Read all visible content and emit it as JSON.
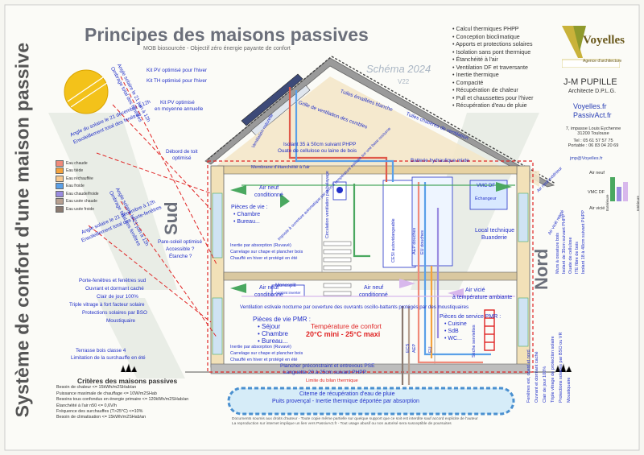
{
  "title": "Principes des maisons passives",
  "subtitle": "MOB biosourcée - Objectif zéro énergie payante de confort",
  "schema_label": "Schéma 2024",
  "version": "V22",
  "vertical_title": "Système de confort d'une maison passive",
  "features": [
    "Calcul thermiques PHPP",
    "Conception bioclimatique",
    "Apports et protections solaires",
    "Isolation sans pont thermique",
    "Étanchéité à l'air",
    "Ventilation DF et traversante",
    "Inertie thermique",
    "Compacité",
    "Récupération de chaleur",
    "Pull et chaussettes pour l'hiver",
    "Récupération d'eau de pluie"
  ],
  "logo": {
    "name": "Voyelles",
    "tagline": "Agence d'architecture"
  },
  "architect": {
    "name": "J-M PUPILLE",
    "title": "Architecte D.P.L.G.",
    "website1": "Voyelles.fr",
    "website2": "PassivAct.fr",
    "address1": "7, impasse Louis Eychenne",
    "address2": "31200 Toulouse",
    "tel": "Tel : 05 61 57 57 75",
    "mobile": "Portable : 06 83 04 20 69",
    "email": "jmp@Voyelles.fr"
  },
  "legend": [
    {
      "label": "Eau chaude",
      "color": "#f08a7a"
    },
    {
      "label": "Eau tiède",
      "color": "#f4a23c"
    },
    {
      "label": "Eau réchauffée",
      "color": "#f6c890"
    },
    {
      "label": "Eau froide",
      "color": "#5aa0e8"
    },
    {
      "label": "Eau chaude/froide",
      "color": "#9a8ce0"
    },
    {
      "label": "Eau usée chaude",
      "color": "#b8a090"
    },
    {
      "label": "Eau usée froide",
      "color": "#8a7a70"
    }
  ],
  "air_legend": {
    "air_neuf": "Air neuf",
    "vmc": "VMC DF",
    "air_vicie": "Air vicié",
    "exterieure": "Extérieure",
    "interieure": "Intérieure"
  },
  "orientation": {
    "south": "Sud",
    "north": "Nord"
  },
  "labels": {
    "kit_pv_hiver": "Kit PV optimisé pour l'hiver",
    "kit_th_hiver": "Kit TH optimisé pour l'hiver",
    "kit_pv_annuel_1": "Kit PV optimisé",
    "kit_pv_annuel_2": "en moyenne annuelle",
    "debord_toit_1": "Débord de toit",
    "debord_toit_2": "optimisé",
    "tuiles_blanche": "Tuiles émaillées blanche",
    "tuiles_chatieres": "Tuiles chatières de ventilation",
    "grille_combles": "Grille de ventilation des combles",
    "ventilation_naturelle": "Ventilation naturelle",
    "isolant_toit_1": "Isolant 35 à 50cm suivant PHPP",
    "isolant_toit_2": "Ouate de cellulose ou laine de bois",
    "membrane": "Membrane d'étanchéité à l'air",
    "batterie": "Batterie hydraulique mixte",
    "angle_hiver_haut_1": "Angle du solaire le 21 décembre à 12h",
    "angle_hiver_haut_2": "Ensoleillement total des fenêtres",
    "angle_ete_haut_1": "Angle solaire le 21 juin à 12h",
    "angle_ete_haut_2": "Ombrage total des fenêtres",
    "angle_ete_bas_1": "Angle solaire le 21 juin à 12h",
    "angle_ete_bas_2": "Ombrage total des fenêtres",
    "angle_hiver_bas_1": "Angle solaire le 21 décembre à 12h",
    "angle_hiver_bas_2": "Ensoleillement total des porte-fenêtres",
    "air_neuf_conditionne_1": "Air neuf",
    "air_neuf_conditionne_2": "conditionné",
    "pieces_vie_haut": "Pièces de vie :",
    "chambre": "• Chambre",
    "bureau": "• Bureau...",
    "inertie_1": "Inertie par absorption (Ruvavé)",
    "inertie_2": "Carrelage sur chape et plancher bois",
    "inertie_3": "Chauffé en hiver et protégé en été",
    "pare_soleil_1": "Pare-soleil optimisé",
    "pare_soleil_2": "Accessible ?",
    "pare_soleil_3": "Étanche ?",
    "imposte": "Imposte à ouverture automatique par vérin à température estivale sur une base nocturne",
    "circulation": "Circulation ventilation par balayage",
    "cesi": "CESI autovidangeable",
    "aep_douches": "AEP douches",
    "eu_douches": "EU douches",
    "vmc_df": "VMC DF",
    "echangeur": "Échangeur",
    "local_technique_1": "Local technique",
    "local_technique_2": "Buanderie",
    "air_neuf_ext": "Air neuf extérieur",
    "air_vicie_rejete": "Air vicié rejeté",
    "murs_ossature_1": "Murs à ossature bois",
    "murs_ossature_2": "Isolant de 35cm suivant PHPP",
    "murs_ossature_3": "Ouate de cellulose",
    "murs_ossature_4": "ITE fibre de bois",
    "murs_ossature_5": "Isolant 18 à 40cm suivant PHPP",
    "porte_fenetres_sud_1": "Porte-fenêtres et fenêtres sud",
    "porte_fenetres_sud_2": "Ouvrant et dormant caché",
    "porte_fenetres_sud_3": "Clair de jour 100%",
    "porte_fenetres_sud_4": "Triple vitrage à fort facteur solaire",
    "porte_fenetres_sud_5": "Protections solaires par BSO",
    "porte_fenetres_sud_6": "Moustiquaire",
    "monosplit_1": "Monosplit",
    "monosplit_2": "Appoint inverter",
    "air_vicie_1": "Air vicié",
    "air_vicie_2": "à température ambiante",
    "ventilation_estivale": "Ventilation estivale nocturne par ouverture des ouvrants oscillo-battants protégés par des moustiquaires",
    "pieces_vie_pmr": "Pièces de vie PMR :",
    "sejour": "• Séjour",
    "chambre2": "• Chambre",
    "bureau2": "• Bureau...",
    "temp_confort_1": "Température de confort",
    "temp_confort_2": "20°C mini - 25°C maxi",
    "pieces_service_pmr": "Pièces de service PMR :",
    "cuisine": "• Cuisine",
    "sdb": "• SdB",
    "wc": "• WC...",
    "seche_serviettes": "Sèche serviettes",
    "terrasse_1": "Terrasse bois classe 4",
    "terrasse_2": "Limitation de la surchauffe en été",
    "plancher_1": "Plancher préconstraint et entrevous PSE",
    "plancher_2": "Languette 20 à 25cm suivant PHPP",
    "limite_bilan": "Limite du bilan thermique",
    "citerne_1": "Citerne de récupération d'eau de pluie",
    "citerne_2": "Puits provençal - Inertie thermique déportée par absorption",
    "fenetres_nord_1": "Fenêtres est, ouest et nord",
    "fenetres_nord_2": "Ouvrant et dormant caché",
    "fenetres_nord_3": "Clair de jour 100%",
    "fenetres_nord_4": "Triple vitrage de protection solaire",
    "fenetres_nord_5": "Protections solaires par BSO ou VR",
    "fenetres_nord_6": "Moustiquaire",
    "ecs": "ECS",
    "aep": "AEP",
    "eu": "EU"
  },
  "criteria": {
    "heading": "Critères des maisons passives",
    "lines": [
      "Besoin de chaleur <= 15kWh/m2SHab/an",
      "Puissance maximale de chauffage <= 10W/m2SHab",
      "Besoins tous confondus en énergie primaire <= 120kWh/m2SHab/an",
      "Étanchéité à l'air n50 <= 0,6V/h",
      "Fréquence des surchauffes (T>25°C) <=10%",
      "Besoin de climatisation <= 15kWh/m2SHab/an"
    ]
  },
  "footer": [
    "Documents soumis aux droits d'auteur - Toute copie même partielle sur quelque support que ce soit est interdite sauf accord explicite de l'auteur",
    "La reproduction sur internet implique un lien vers PassivAct.fr - Tout usage abusif ou non autorisé sera susceptible de poursuites"
  ],
  "colors": {
    "title_gray": "#6b6f7a",
    "annotation_blue": "#2230c8",
    "red_line": "#e02424",
    "roof": "#8a8a8a",
    "sun": "#f0c419"
  }
}
